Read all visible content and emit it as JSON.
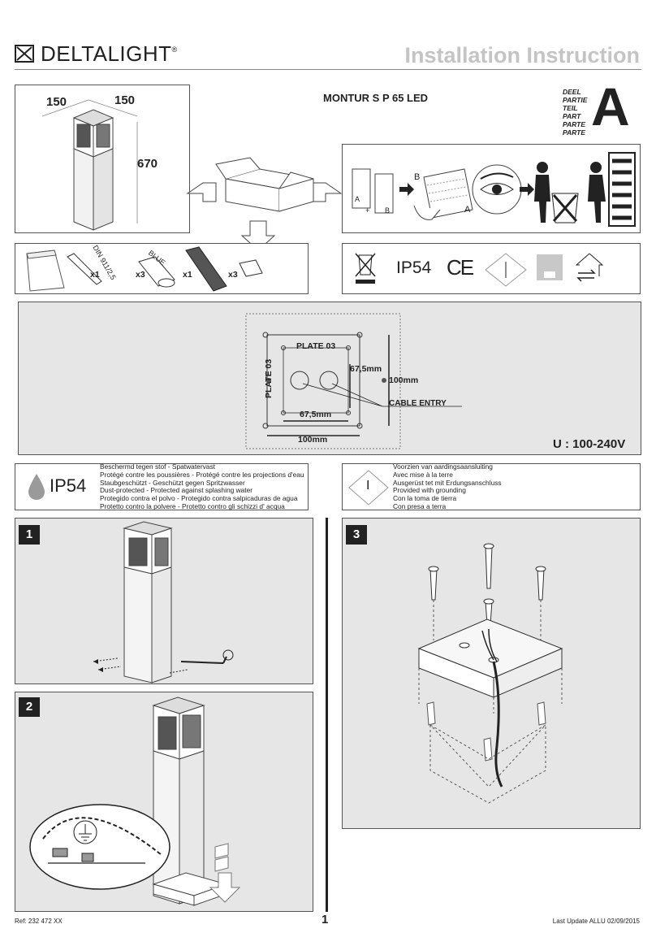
{
  "brand": {
    "name_bold": "DELTA",
    "name_light": "LIGHT",
    "registered": "®"
  },
  "page_title": "Installation Instruction",
  "product": {
    "name": "MONTUR S P 65 LED"
  },
  "part": {
    "words": [
      "DEEL",
      "PARTIE",
      "TEIL",
      "PART",
      "PARTE",
      "PARTE"
    ],
    "letter": "A"
  },
  "dimensions": {
    "width1": "150",
    "width2": "150",
    "height": "670"
  },
  "box_contents": {
    "items": [
      {
        "qty": "x1",
        "label": "DIN 911/2,5"
      },
      {
        "qty": "x3",
        "label": "BLUE"
      },
      {
        "qty": "x1",
        "label": ""
      },
      {
        "qty": "x3",
        "label": ""
      }
    ]
  },
  "unpack": {
    "label_a": "A",
    "label_b": "B",
    "label_plus": "+",
    "doc_a": "A",
    "doc_b": "B"
  },
  "symbols": {
    "ip": "IP54",
    "ce": "CE"
  },
  "plate": {
    "name_h": "PLATE 03",
    "name_v": "PLATE 03",
    "dim_inner_v": "67,5mm",
    "dim_inner_h": "67,5mm",
    "dim_outer_v": "100mm",
    "dim_outer_h": "100mm",
    "cable_entry": "CABLE ENTRY",
    "voltage": "U : 100-240V"
  },
  "ip_legend": {
    "code": "IP54",
    "lines": [
      "Beschermd tegen stof   -   Spatwatervast",
      "Protégé contre les poussières  -  Protégé contre les projections d'eau",
      "Staubgeschützt  -  Geschützt gegen Spritzwasser",
      "Dust-protected  -  Protected against splashing water",
      "Protegido contra el polvo  -  Protegido contra salpicaduras de agua",
      "Protetto contro la polvere  -  Protetto contro gli schizzi d' acqua"
    ]
  },
  "class_legend": {
    "symbol": "I",
    "lines": [
      "Voorzien van aardingsaansluiting",
      "Avec mise à la terre",
      "Ausgerüst tet mit Erdungsanschluss",
      "Provided with grounding",
      "Con la toma de tierra",
      "Con presa a terra"
    ]
  },
  "steps": [
    {
      "num": "1"
    },
    {
      "num": "2"
    },
    {
      "num": "3"
    }
  ],
  "footer": {
    "ref": "Ref: 232 472 XX",
    "page": "1",
    "updated": "Last Update ALLU 02/09/2015"
  },
  "colors": {
    "panel_grey": "#e6e6e6",
    "title_grey": "#c4c4c4",
    "ink": "#222222"
  }
}
